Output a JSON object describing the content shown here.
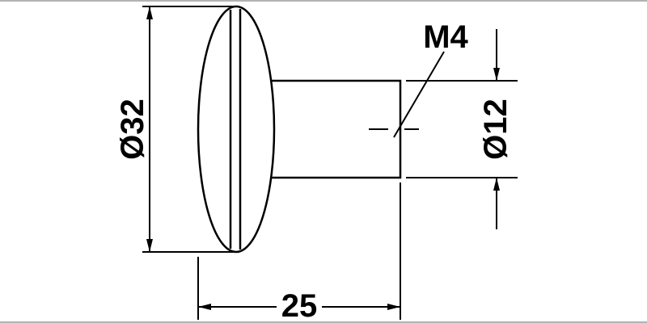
{
  "diagram": {
    "labels": {
      "head_diameter": "Ø32",
      "thread": "M4",
      "stem_diameter": "Ø12",
      "length": "25"
    },
    "colors": {
      "line": "#000000",
      "background": "#ffffff",
      "frame": "#9a9a9a"
    }
  }
}
